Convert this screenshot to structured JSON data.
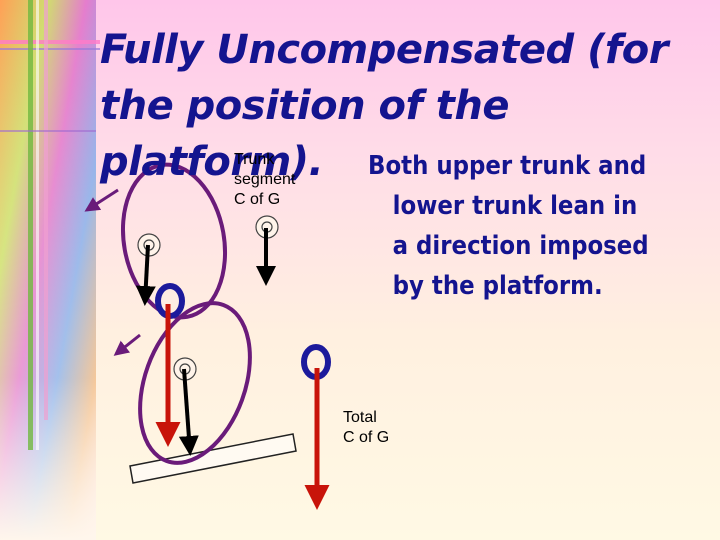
{
  "slide": {
    "title": "Fully Uncompensated (for the position of the platform).",
    "bullet": "Both upper trunk and lower trunk lean in a direction imposed by the platform.",
    "label_trunk_cog": "Trunk\nsegment\nC of G",
    "label_total_cog": "Total\nC of G"
  },
  "colors": {
    "title": "#14148f",
    "segment_outline": "#6a1b7a",
    "total_cog_ring": "#1c1a9c",
    "red_arrow": "#c8140a",
    "black_arrow": "#000000"
  }
}
